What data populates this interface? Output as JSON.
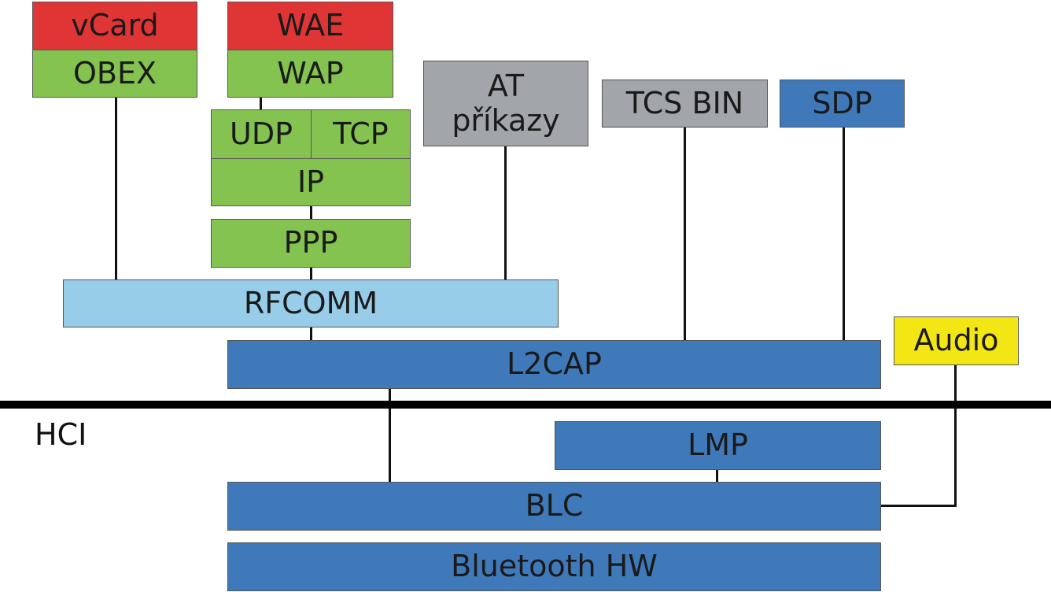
{
  "diagram": {
    "labels": {
      "vcard": "vCard",
      "obex": "OBEX",
      "wae": "WAE",
      "wap": "WAP",
      "udp": "UDP",
      "tcp": "TCP",
      "ip": "IP",
      "ppp": "PPP",
      "at_line1": "AT",
      "at_line2": "příkazy",
      "tcs": "TCS BIN",
      "sdp": "SDP",
      "rfcomm": "RFCOMM",
      "audio": "Audio",
      "l2cap": "L2CAP",
      "hci": "HCI",
      "lmp": "LMP",
      "blc": "BLC",
      "hw": "Bluetooth HW"
    },
    "colors": {
      "application_red": "#e03535",
      "protocol_green": "#84c350",
      "command_gray": "#a2a5a9",
      "rfcomm_light_blue": "#98cde9",
      "core_blue": "#3f79b9",
      "audio_yellow": "#f2e614",
      "hci_bar": "#000000"
    }
  }
}
